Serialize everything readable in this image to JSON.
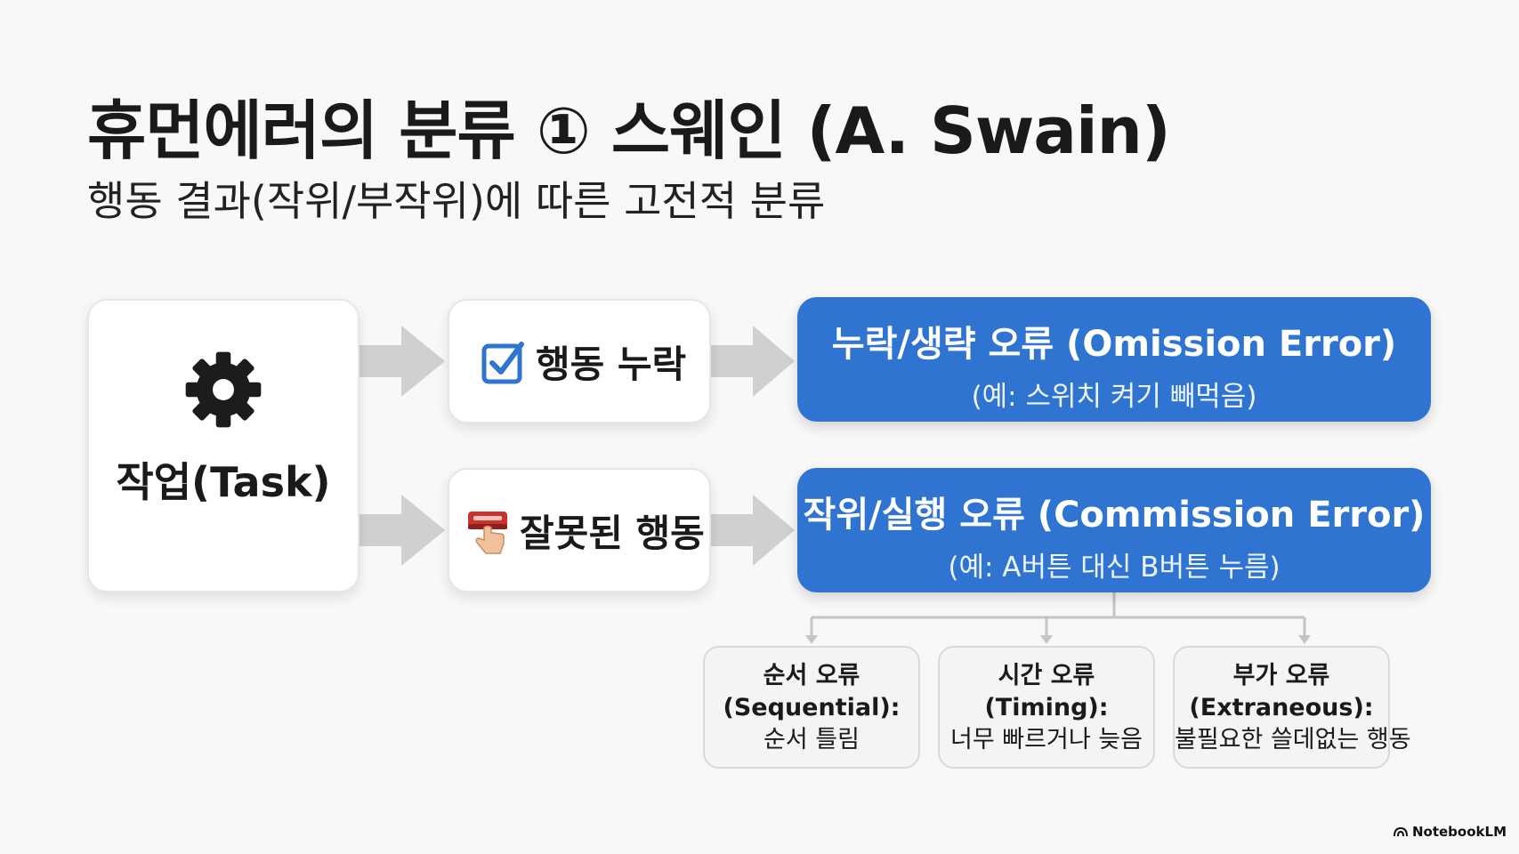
{
  "header": {
    "title": "휴먼에러의 분류 ① 스웨인 (A. Swain)",
    "subtitle": "행동 결과(작위/부작위)에 따른 고전적 분류"
  },
  "task": {
    "icon": "gear-icon",
    "label": "작업(Task)"
  },
  "steps": [
    {
      "icon": "checkbox-icon",
      "label": "행동 누락"
    },
    {
      "icon": "button-press-icon",
      "label": "잘못된 행동"
    }
  ],
  "outcomes": [
    {
      "title": "누락/생략 오류 (Omission Error)",
      "example": "(예: 스위치 켜기 빼먹음)"
    },
    {
      "title": "작위/실행 오류 (Commission Error)",
      "example": "(예: A버튼 대신 B버튼 누름)"
    }
  ],
  "subtypes": [
    {
      "name": "순서 오류",
      "english": "(Sequential):",
      "desc": "순서 틀림"
    },
    {
      "name": "시간 오류",
      "english": "(Timing):",
      "desc": "너무 빠르거나 늦음"
    },
    {
      "name": "부가 오류",
      "english": "(Extraneous):",
      "desc": "불필요한 쓸데없는 행동"
    }
  ],
  "brand": {
    "name": "NotebookLM"
  },
  "colors": {
    "accent": "#2f74d0",
    "arrow": "#d0d0d0",
    "connector": "#c4c4c4",
    "card_border": "#e6e6e6"
  }
}
